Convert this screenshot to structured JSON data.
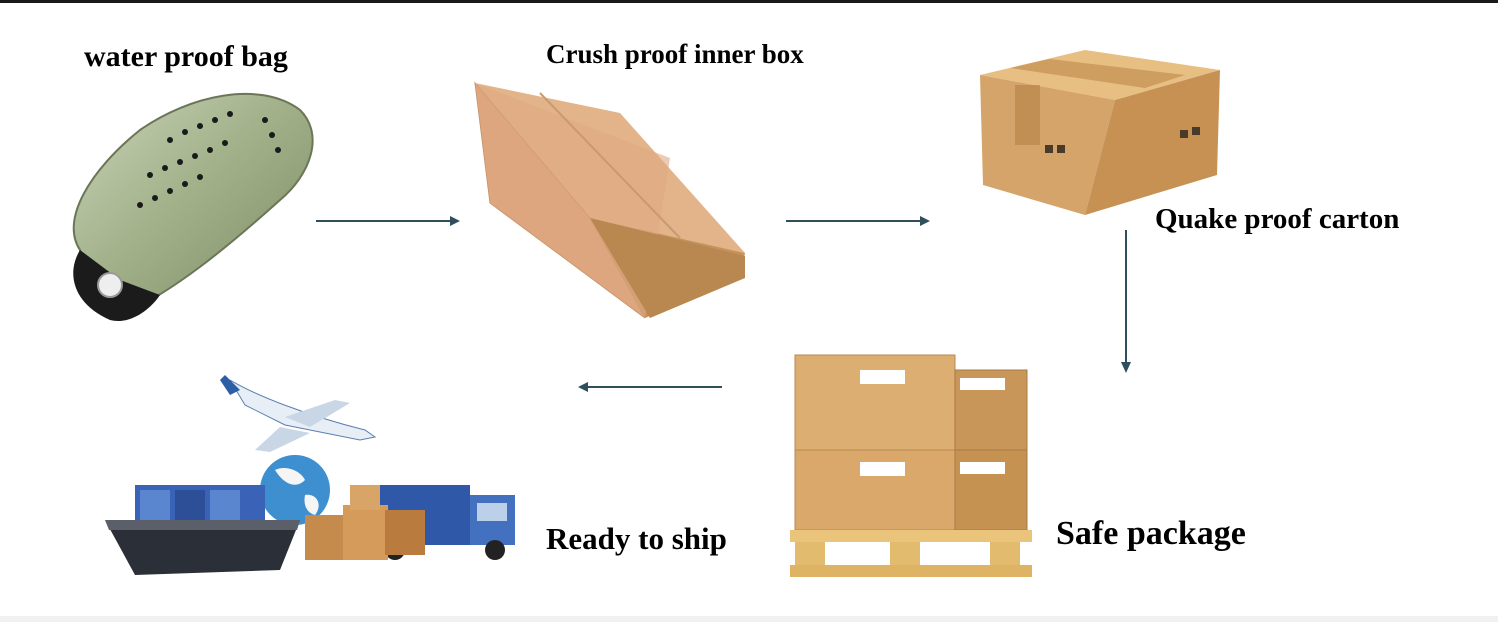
{
  "steps": {
    "bag": {
      "label": "water proof bag",
      "icon": "waterproof-bag-illustration"
    },
    "inner_box": {
      "label": "Crush proof inner box",
      "icon": "inner-box-illustration"
    },
    "carton": {
      "label": "Quake proof carton",
      "icon": "carton-illustration"
    },
    "pallet": {
      "label": "Safe package",
      "icon": "palletized-cartons-illustration"
    },
    "shipping": {
      "label": "Ready to ship",
      "icon": "shipping-collage-illustration"
    }
  },
  "colors": {
    "cardboard": "#d9a86a",
    "cardboard_dark": "#b98850",
    "arrow": "#2f4f5f",
    "text": "#000000"
  }
}
